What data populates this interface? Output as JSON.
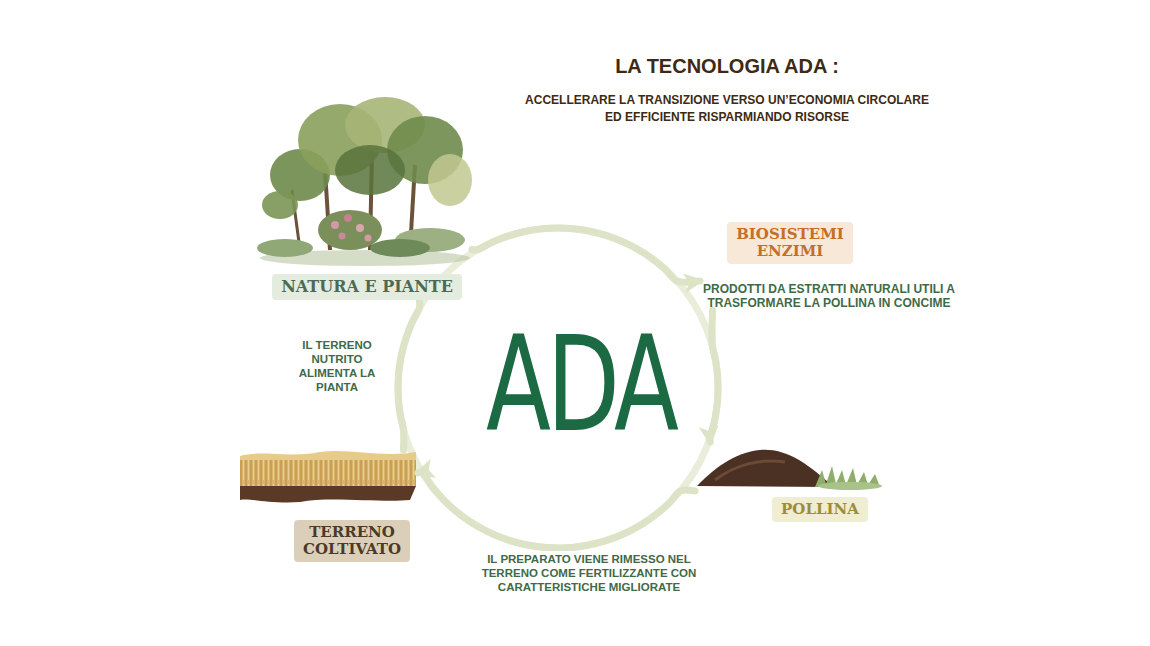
{
  "diagram": {
    "title": "LA TECNOLOGIA ADA :",
    "nodes": [
      {
        "text": [
          "NATURA E PIANTE"
        ]
      },
      {
        "text": [
          "BIOSISTEMI ENZIMI",
          "PRODOTTI DA ESTRATTI NATURALI UTILI A TRASFORMARE LA POLLINA IN CONCIME"
        ]
      },
      {
        "text": [
          "POLLINA"
        ]
      },
      {
        "text": [
          "TERRENO COLTIVATO"
        ]
      }
    ],
    "edges": [
      {
        "from": 0,
        "to": 1,
        "arrow": "to"
      },
      {
        "from": 1,
        "to": 2,
        "arrow": "to"
      },
      {
        "from": 2,
        "to": 3,
        "label": "IL PREPARATO VIENE RIMESSO NEL TERRENO COME FERTILIZZANTE CON CARATTERISTICHE MIGLIORATE",
        "arrow": "to"
      },
      {
        "from": 3,
        "to": 0,
        "label": "IL TERRENO NUTRITO ALIMENTA LA PIANTA",
        "arrow": "none"
      }
    ],
    "labels": [
      "ACCELLERARE LA TRANSIZIONE VERSO UN’ECONOMIA CIRCOLARE ED EFFICIENTE RISPARMIANDO RISORSE",
      "ADA"
    ]
  }
}
